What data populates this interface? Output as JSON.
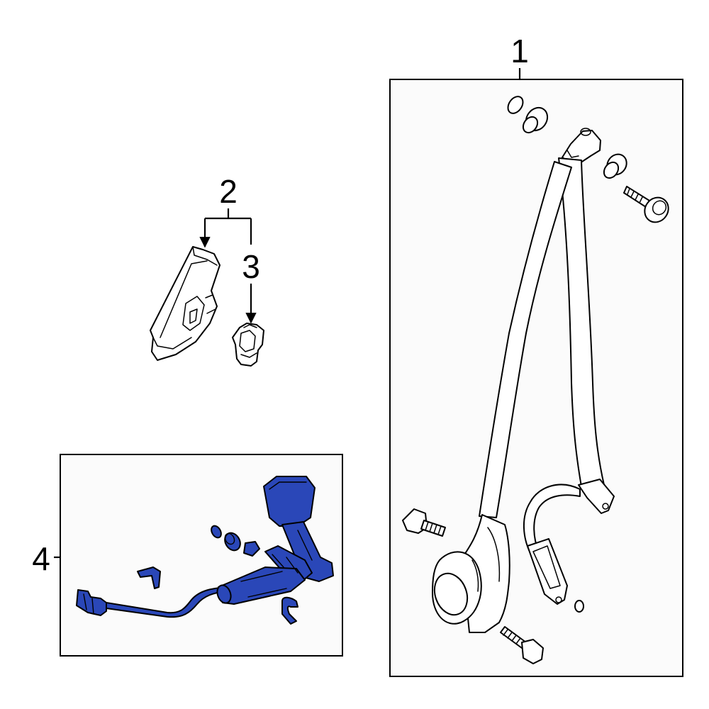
{
  "callouts": [
    {
      "id": "1",
      "label": "1"
    },
    {
      "id": "2",
      "label": "2"
    },
    {
      "id": "3",
      "label": "3"
    },
    {
      "id": "4",
      "label": "4"
    }
  ],
  "colors": {
    "highlight": "#2a47b8",
    "outline": "#000000",
    "box_fill": "#fbfbfb"
  }
}
